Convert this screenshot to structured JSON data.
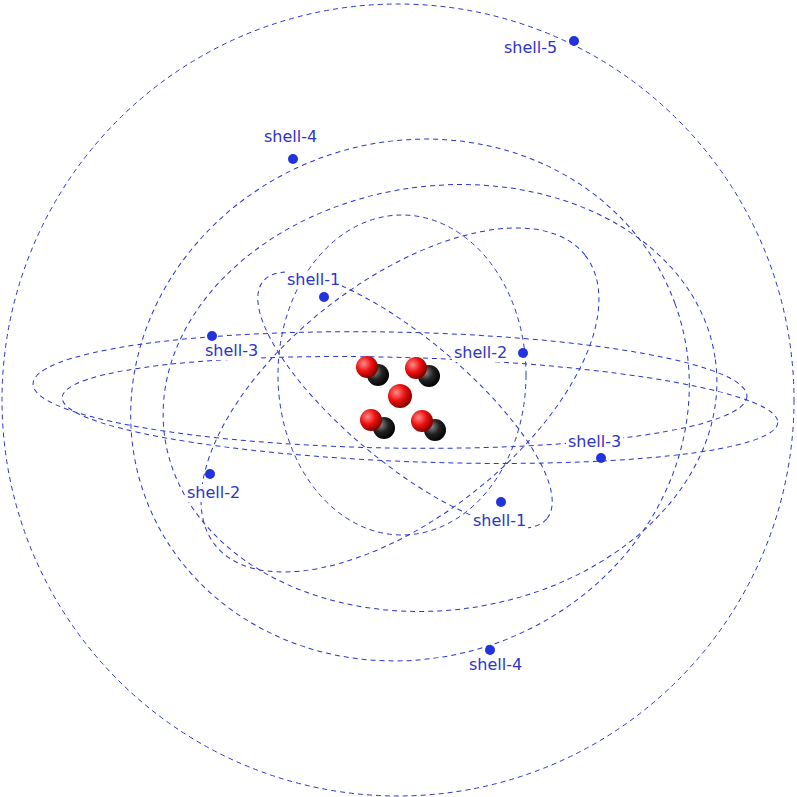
{
  "diagram": {
    "labels": [
      "shell-5",
      "shell-4",
      "shell-1",
      "shell-3",
      "shell-2",
      "shell-3",
      "shell-2",
      "shell-1",
      "shell-4"
    ]
  }
}
